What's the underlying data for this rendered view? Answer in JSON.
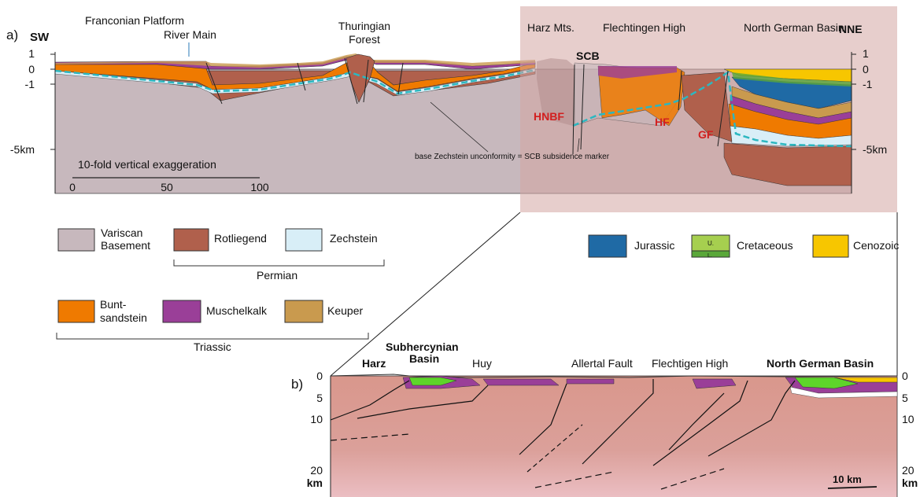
{
  "panel_a": {
    "label": "a)",
    "dir_left": "SW",
    "dir_right": "NNE",
    "place_names": [
      "Franconian Platform",
      "River Main",
      "Thuringian Forest",
      "Harz Mts.",
      "Flechtingen High",
      "North German Basin"
    ],
    "thuringian_line1": "Thuringian",
    "thuringian_line2": "Forest",
    "scb": "SCB",
    "faults": [
      "HNBF",
      "HF",
      "GF"
    ],
    "left_depth_ticks": [
      "1",
      "0",
      "-1",
      "-5km"
    ],
    "right_depth_ticks": [
      "1",
      "0",
      "-1",
      "-5km"
    ],
    "exaggeration": "10-fold vertical exaggeration",
    "scale_ticks": [
      "0",
      "50",
      "100"
    ],
    "unconformity": "base Zechstein unconformity = SCB subsidence marker"
  },
  "legend": {
    "variscan_1": "Variscan",
    "variscan_2": "Basement",
    "rotliegend": "Rotliegend",
    "zechstein": "Zechstein",
    "permian": "Permian",
    "bunt_1": "Bunt-",
    "bunt_2": "sandstein",
    "muschelkalk": "Muschelkalk",
    "keuper": "Keuper",
    "triassic": "Triassic",
    "jurassic": "Jurassic",
    "cretaceous": "Cretaceous",
    "cret_upper": "U.",
    "cret_lower": "L.",
    "cenozoic": "Cenozoic"
  },
  "panel_b": {
    "label": "b)",
    "names": [
      "Harz",
      "Subhercynian",
      "Basin",
      "Huy",
      "Allertal Fault",
      "Flechtigen High",
      "North German Basin"
    ],
    "depth_ticks": [
      "0",
      "5",
      "10",
      "20",
      "km"
    ],
    "scale": "10 km"
  },
  "colors": {
    "basement": "#c7b8bd",
    "rotliegend": "#b0604c",
    "zechstein": "#d8eef7",
    "buntsandstein": "#ef7a00",
    "muschelkalk": "#9a3f98",
    "keuper": "#c99a4e",
    "jurassic": "#1f6aa5",
    "cretaceous_upper": "#a6cf4f",
    "cretaceous_lower": "#5aa83a",
    "cenozoic": "#f7c600",
    "highlight": "#d4a5a3",
    "unconformity": "#2cb7c0",
    "fault_label": "#d21f1f",
    "section_b": "#d99a8e"
  }
}
